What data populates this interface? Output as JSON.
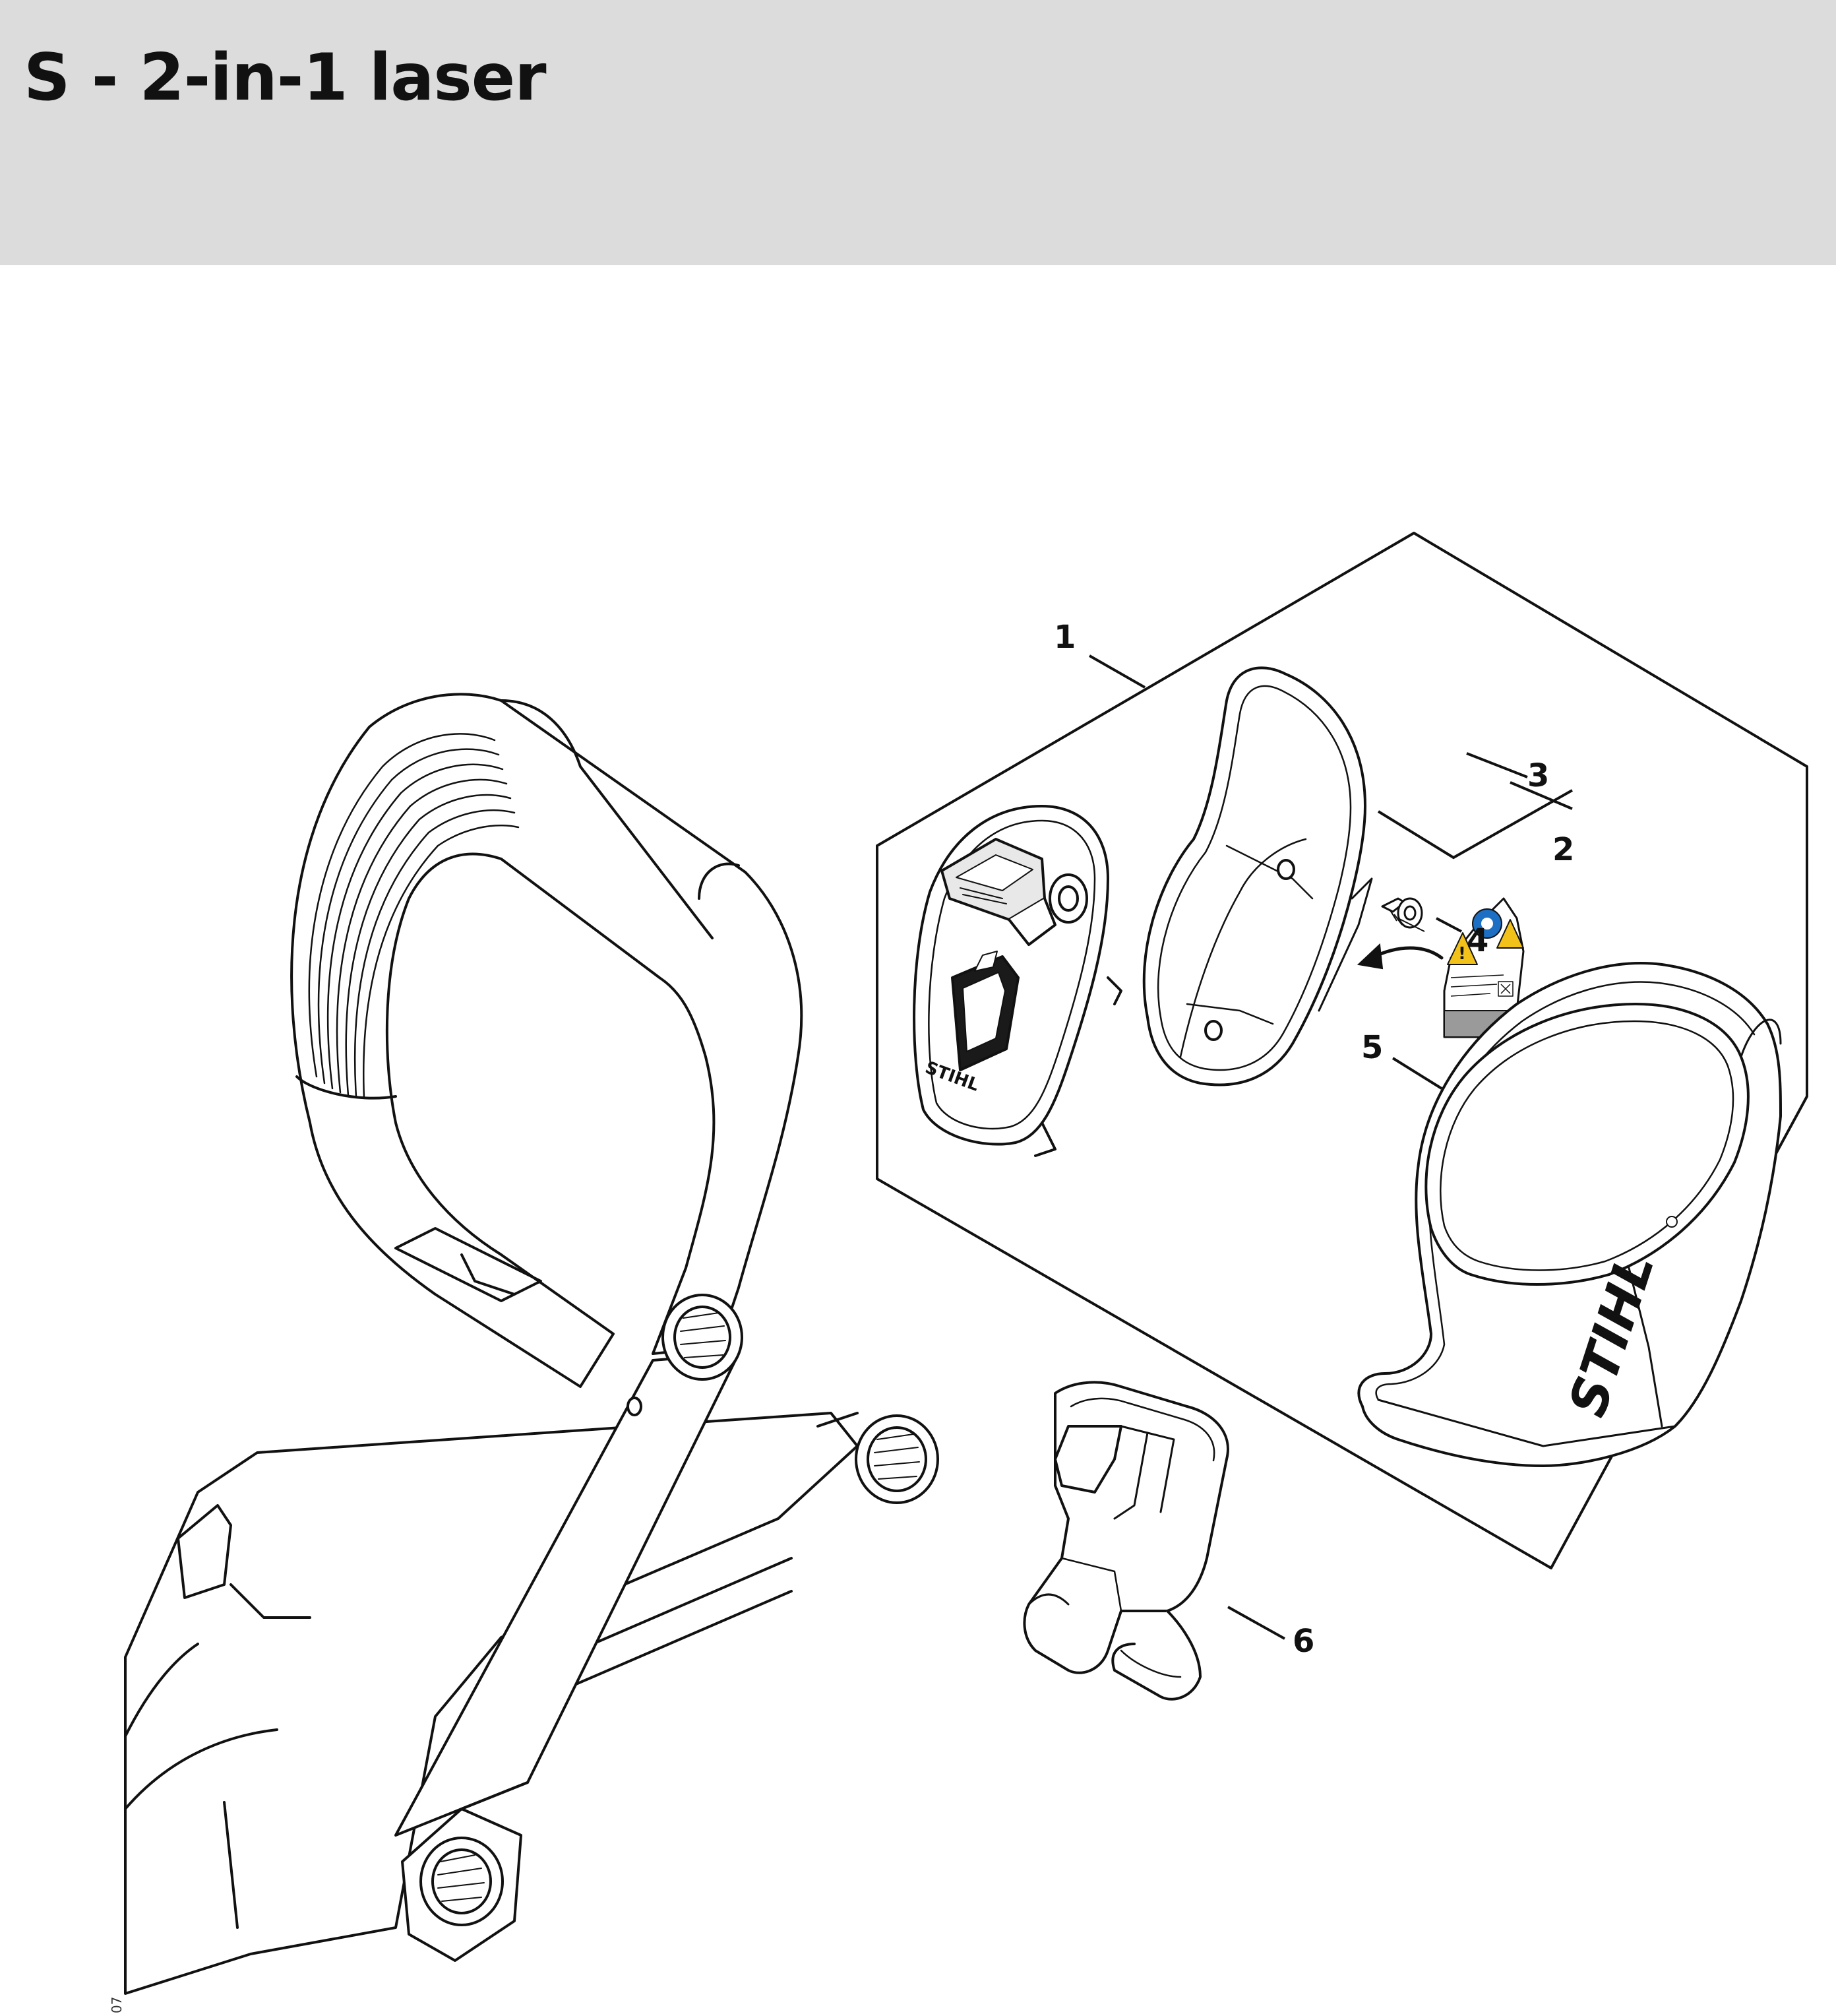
{
  "header": {
    "title": "S - 2-in-1 laser",
    "background": "#dbdcdb"
  },
  "diagram": {
    "callouts": [
      {
        "id": "1",
        "label": "1"
      },
      {
        "id": "2",
        "label": "2"
      },
      {
        "id": "3",
        "label": "3"
      },
      {
        "id": "4",
        "label": "4"
      },
      {
        "id": "5",
        "label": "5"
      },
      {
        "id": "6",
        "label": "6"
      }
    ],
    "brand_text": "STIHL",
    "figure_code": "07",
    "parts": [
      {
        "callout": "1",
        "icon": "laser-switch-housing-icon"
      },
      {
        "callout": "2",
        "icon": "laser-cover-plate-icon"
      },
      {
        "callout": "3",
        "icon": "warning-label-icon"
      },
      {
        "callout": "4",
        "icon": "screw-icon"
      },
      {
        "callout": "5",
        "icon": "protective-cap-icon"
      },
      {
        "callout": "6",
        "icon": "holder-clip-icon"
      }
    ],
    "colors": {
      "line": "#111111",
      "label_yellow": "#f2c21b",
      "label_blue": "#1d6fc4",
      "label_grey": "#9a9a9a"
    }
  }
}
